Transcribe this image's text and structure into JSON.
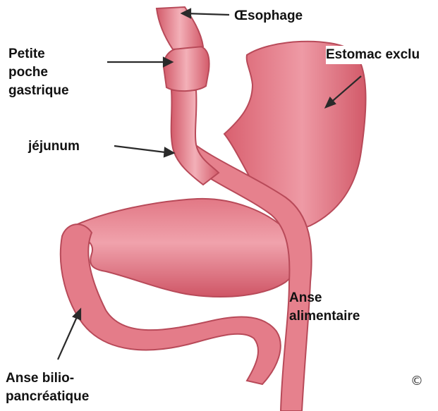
{
  "labels": {
    "oesophage": "Œsophage",
    "petite_poche": [
      "Petite",
      "poche",
      "gastrique"
    ],
    "estomac_exclu": "Estomac exclu",
    "jejunum": "jéjunum",
    "anse_alimentaire": [
      "Anse",
      "alimentaire"
    ],
    "anse_bilio": [
      "Anse bilio-",
      "pancréatique"
    ]
  },
  "copyright_symbol": "©",
  "colors": {
    "tissue": "#e07482",
    "tissue_dark": "#c2505f",
    "tissue_light": "#f2a8b1",
    "arrow": "#2a2a2a"
  }
}
